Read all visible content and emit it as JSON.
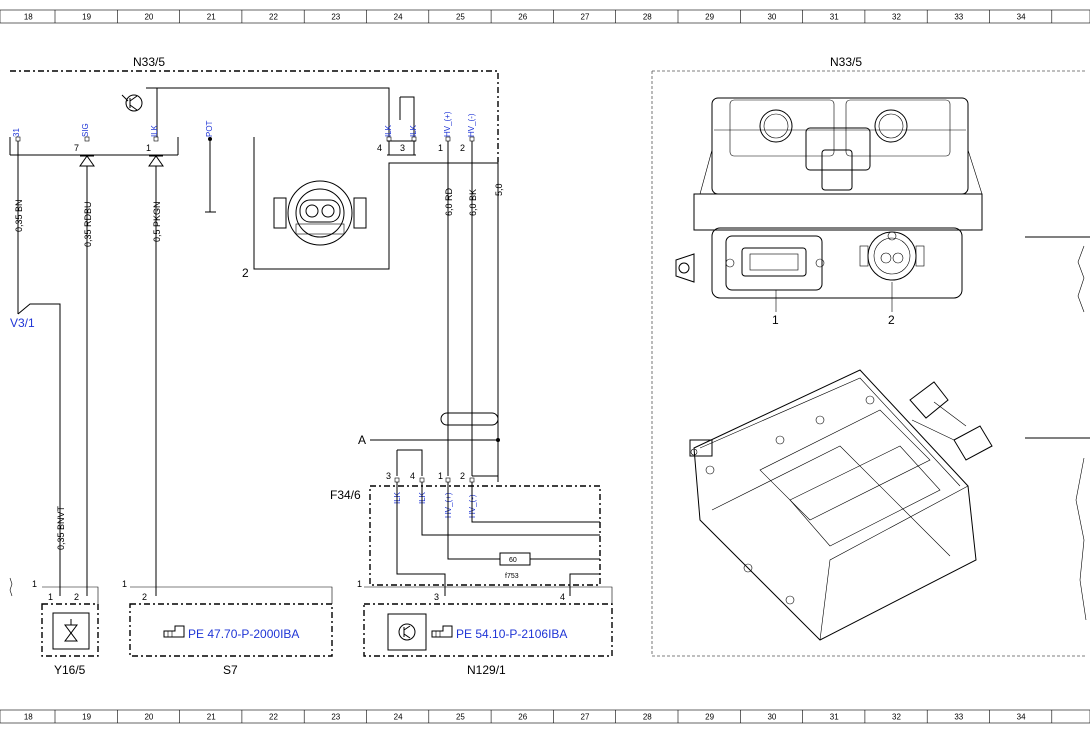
{
  "ruler": {
    "numbers": [
      "18",
      "19",
      "20",
      "21",
      "22",
      "23",
      "24",
      "25",
      "26",
      "27",
      "28",
      "29",
      "30",
      "31",
      "32",
      "33",
      "34"
    ]
  },
  "components": {
    "n33_5_title": "N33/5",
    "n33_5_photo_title": "N33/5",
    "f34_6": "F34/6",
    "y16_5": "Y16/5",
    "s7": "S7",
    "n129_1": "N129/1",
    "node_a": "A",
    "off_page": "V3/1"
  },
  "pins_top": [
    "31",
    "SIG",
    "ILK",
    "POT",
    "ILK",
    "ILK",
    "HV_(+)",
    "HV_(-)"
  ],
  "pin_numbers_top": [
    "7",
    "1",
    "4",
    "3",
    "1",
    "2"
  ],
  "pins_f34": [
    "ILK",
    "ILK",
    "HV_(+)",
    "HV_(-)"
  ],
  "pin_numbers_f34": [
    "3",
    "4",
    "1",
    "2"
  ],
  "wires": [
    "0,35 BN",
    "0,35 RDBU",
    "0,5 PKGN",
    "6,0 RD",
    "6,0 BK",
    "5,0",
    "0,35 BNVT"
  ],
  "fuse": {
    "value": "60",
    "label": "f753"
  },
  "refs": {
    "s7": "PE 47.70-P-2000IBA",
    "n129_1": "PE 54.10-P-2106IBA"
  },
  "connector_labels": {
    "inset": "2",
    "photo_1": "1",
    "photo_2": "2"
  },
  "misc_numbers": [
    "1",
    "2",
    "1",
    "2",
    "1",
    "3",
    "4"
  ]
}
